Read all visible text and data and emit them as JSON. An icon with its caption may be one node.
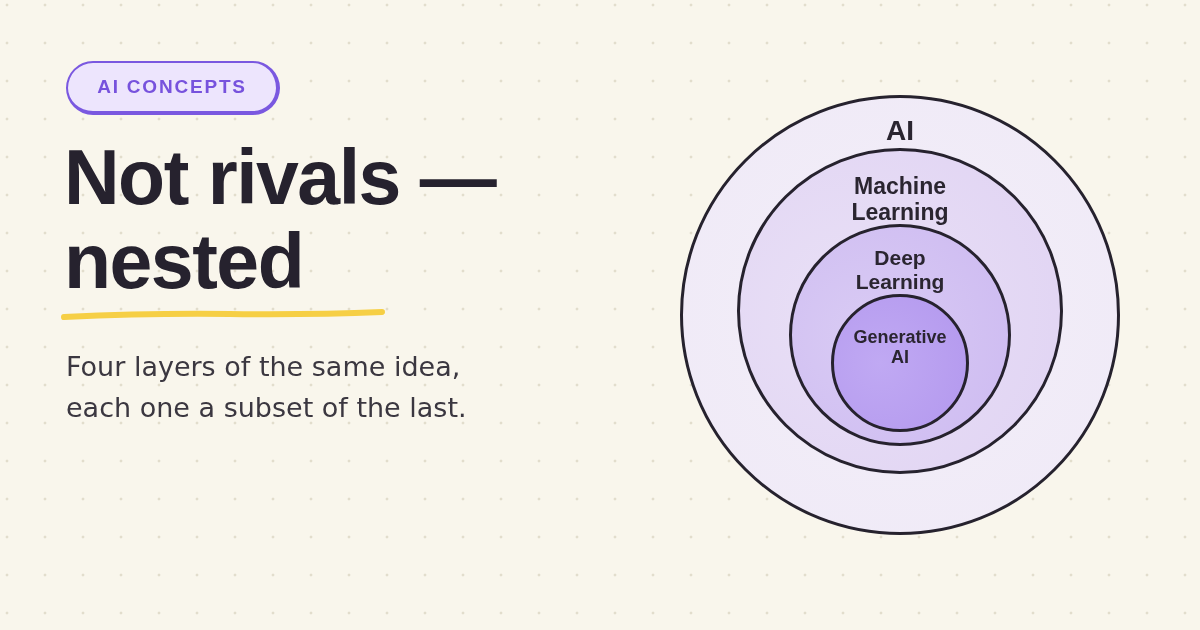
{
  "diagram": {
    "title": "Not rivals — nested",
    "caption": "Four layers of the same idea, each one a subset of the last.",
    "nodes": [
      {
        "text": [
          "AI CONCEPTS"
        ]
      },
      {
        "text": [
          "AI"
        ]
      },
      {
        "text": [
          "Machine Learning"
        ],
        "in": 1
      },
      {
        "text": [
          "Deep Learning"
        ],
        "in": 2
      },
      {
        "text": [
          "Generative AI"
        ],
        "in": 3
      }
    ]
  }
}
